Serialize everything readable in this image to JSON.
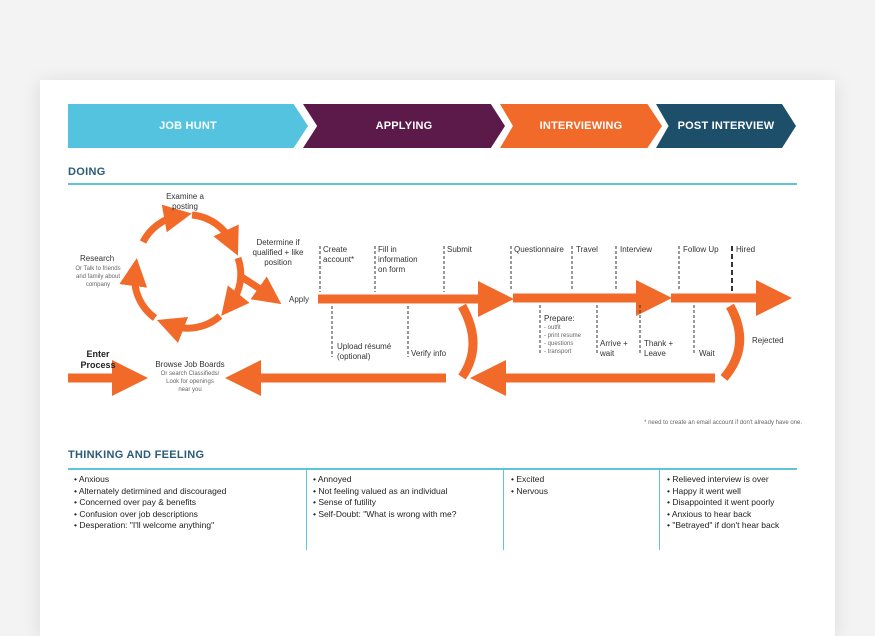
{
  "phases": [
    "JOB HUNT",
    "APPLYING",
    "INTERVIEWING",
    "POST INTERVIEW"
  ],
  "sections": {
    "doing": "DOING",
    "thinking": "THINKING AND FEELING"
  },
  "colors": {
    "job_hunt": "#53c3df",
    "applying": "#5b1a4a",
    "interviewing": "#f26a2a",
    "post_interview": "#1e4f6a",
    "arrow": "#f26a2a",
    "rule": "#5fc4d8"
  },
  "cycle": {
    "examine": [
      "Examine a",
      "posting"
    ],
    "determine": [
      "Determine if",
      "qualified + like",
      "position"
    ],
    "research": "Research",
    "research_sub": [
      "Or Talk to friends",
      "and family about",
      "company"
    ],
    "apply": "Apply"
  },
  "enter": [
    "Enter",
    "Process"
  ],
  "browse": "Browse Job Boards",
  "browse_sub": [
    "Or search Classifieds/",
    "Look for openings",
    "near you"
  ],
  "applying_steps": {
    "create": [
      "Create",
      "account*"
    ],
    "fill": [
      "Fill in",
      "information",
      "on form"
    ],
    "submit": "Submit",
    "upload": [
      "Upload résumé",
      "(optional)"
    ],
    "verify": "Verify info"
  },
  "interview_steps": {
    "questionnaire": "Questionnaire",
    "travel": "Travel",
    "interview": "Interview",
    "prepare": "Prepare:",
    "prepare_items": [
      "- outfit",
      "- print resume",
      "- questions",
      "- transport"
    ],
    "arrive": [
      "Arrive +",
      "wait"
    ],
    "thank": [
      "Thank +",
      "Leave"
    ]
  },
  "post_steps": {
    "follow": "Follow Up",
    "hired": "Hired",
    "wait": "Wait",
    "rejected": "Rejected"
  },
  "footnote": "* need to create an email account if don't already have one.",
  "feelings": [
    [
      "Anxious",
      "Alternately detirmined and discouraged",
      "Concerned over pay & benefits",
      "Confusion over job descriptions",
      "Desperation: \"I'll welcome anything\""
    ],
    [
      "Annoyed",
      "Not feeling valued as an individual",
      "Sense of futility",
      "Self-Doubt: \"What is wrong with me?"
    ],
    [
      "Excited",
      "Nervous"
    ],
    [
      "Relieved interview is over",
      "Happy it went well",
      "Disappointed it went poorly",
      "Anxious to hear back",
      "\"Betrayed\" if don't hear back"
    ]
  ]
}
